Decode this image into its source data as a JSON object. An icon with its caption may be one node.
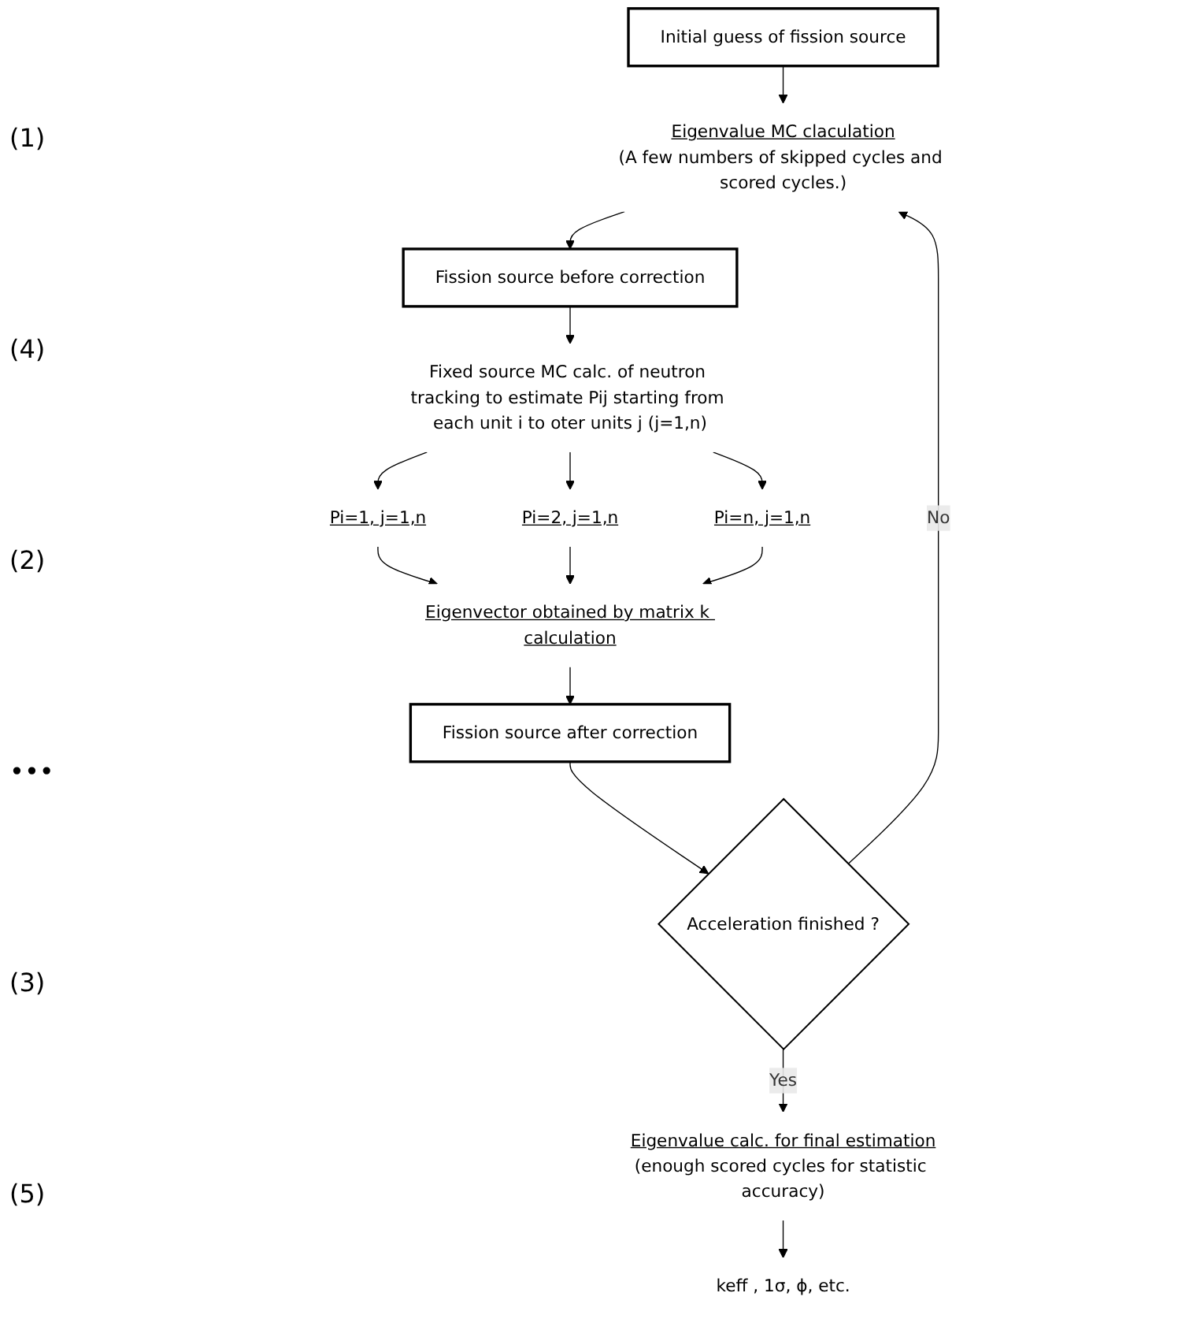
{
  "diagram": {
    "nodes": [
      {
        "text": [
          "Initial guess of fission source"
        ]
      },
      {
        "text": [
          "Eigenvalue MC claculation",
          "(A few numbers of skipped cycles and scored cycles.)"
        ]
      },
      {
        "text": [
          "Fission source before correction"
        ]
      },
      {
        "text": [
          "Fixed source MC calc. of neutron tracking to estimate Pij starting from each unit i to oter units j (j=1,n)"
        ]
      },
      {
        "text": [
          "Pi=1, j=1,n"
        ]
      },
      {
        "text": [
          "Pi=2, j=1,n"
        ]
      },
      {
        "text": [
          "Pi=n, j=1,n"
        ]
      },
      {
        "text": [
          "Eigenvector obtained by matrix k calculation"
        ]
      },
      {
        "text": [
          "Fission source after correction"
        ]
      },
      {
        "text": [
          "Acceleration finished ?"
        ]
      },
      {
        "text": [
          "Eigenvalue calc. for final estimation",
          "(enough scored cycles for statistic accuracy)"
        ]
      },
      {
        "text": [
          "keff , 1σ, ϕ, etc."
        ]
      }
    ],
    "edges": [
      {
        "from": 0,
        "to": 1,
        "arrow": "to"
      },
      {
        "from": 1,
        "to": 2,
        "arrow": "to"
      },
      {
        "from": 2,
        "to": 3,
        "arrow": "to"
      },
      {
        "from": 3,
        "to": 4,
        "arrow": "to"
      },
      {
        "from": 3,
        "to": 5,
        "arrow": "to"
      },
      {
        "from": 3,
        "to": 6,
        "arrow": "to"
      },
      {
        "from": 4,
        "to": 7,
        "arrow": "to"
      },
      {
        "from": 5,
        "to": 7,
        "arrow": "to"
      },
      {
        "from": 6,
        "to": 7,
        "arrow": "to"
      },
      {
        "from": 7,
        "to": 8,
        "arrow": "to"
      },
      {
        "from": 8,
        "to": 9,
        "arrow": "to"
      },
      {
        "from": 9,
        "to": 10,
        "label": "Yes",
        "arrow": "to"
      },
      {
        "from": 9,
        "to": 1,
        "label": "No",
        "arrow": "to"
      },
      {
        "from": 10,
        "to": 11,
        "arrow": "to"
      }
    ],
    "labels": [
      "(1)",
      "(4)",
      "(2)",
      "•••",
      "(3)",
      "(5)"
    ]
  }
}
